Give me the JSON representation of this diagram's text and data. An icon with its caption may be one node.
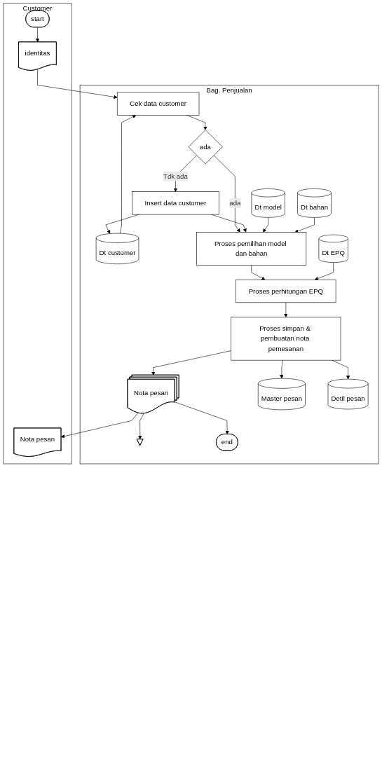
{
  "diagram": {
    "nodes": [
      {
        "text": [
          "Customer"
        ]
      },
      {
        "text": [
          "Bag. Penjualan"
        ]
      },
      {
        "text": [
          "start"
        ],
        "in": 0
      },
      {
        "text": [
          "identitas"
        ],
        "in": 0
      },
      {
        "text": [
          "Cek data customer"
        ],
        "in": 1
      },
      {
        "text": [
          "Dt customer"
        ],
        "in": 1
      },
      {
        "text": [
          "ada"
        ],
        "in": 1
      },
      {
        "text": [
          "Insert data customer"
        ],
        "in": 1
      },
      {
        "text": [
          "Proses pemilihan model dan bahan"
        ],
        "in": 1
      },
      {
        "text": [
          "Dt model"
        ],
        "in": 1
      },
      {
        "text": [
          "Dt bahan"
        ],
        "in": 1
      },
      {
        "text": [
          "Proses perhitungan EPQ"
        ],
        "in": 1
      },
      {
        "text": [
          "Dt EPQ"
        ],
        "in": 1
      },
      {
        "text": [
          "Proses simpan & pembuatan nota pemesanan"
        ],
        "in": 1
      },
      {
        "text": [
          "Master pesan"
        ],
        "in": 1
      },
      {
        "text": [
          "Detil pesan"
        ],
        "in": 1
      },
      {
        "text": [
          "Nota pesan"
        ],
        "in": 1
      },
      {
        "text": [
          "Nota pesan"
        ],
        "in": 0
      },
      {
        "text": [],
        "shape": "triangle",
        "in": 1
      },
      {
        "text": [
          "end"
        ],
        "in": 1
      }
    ],
    "edges": [
      {
        "from": 2,
        "to": 3,
        "arrow": "to"
      },
      {
        "from": 3,
        "to": 4,
        "arrow": "to"
      },
      {
        "from": 5,
        "to": 4,
        "arrow": "to"
      },
      {
        "from": 4,
        "to": 6,
        "arrow": "to"
      },
      {
        "from": 6,
        "to": 8,
        "label": "ada",
        "arrow": "to"
      },
      {
        "from": 6,
        "to": 7,
        "label": "Tdk ada",
        "arrow": "to"
      },
      {
        "from": 7,
        "to": 5,
        "arrow": "to"
      },
      {
        "from": 7,
        "to": 8,
        "arrow": "to"
      },
      {
        "from": 9,
        "to": 8,
        "arrow": "to"
      },
      {
        "from": 10,
        "to": 8,
        "arrow": "to"
      },
      {
        "from": 8,
        "to": 11,
        "arrow": "to"
      },
      {
        "from": 12,
        "to": 11,
        "arrow": "to"
      },
      {
        "from": 11,
        "to": 13,
        "arrow": "to"
      },
      {
        "from": 13,
        "to": 16,
        "arrow": "to"
      },
      {
        "from": 16,
        "to": 17,
        "arrow": "to"
      },
      {
        "from": 13,
        "to": 14,
        "arrow": "to"
      },
      {
        "from": 13,
        "to": 15,
        "arrow": "to"
      },
      {
        "from": 16,
        "to": 18,
        "arrow": "to"
      },
      {
        "from": 16,
        "to": 19,
        "arrow": "to"
      }
    ]
  }
}
